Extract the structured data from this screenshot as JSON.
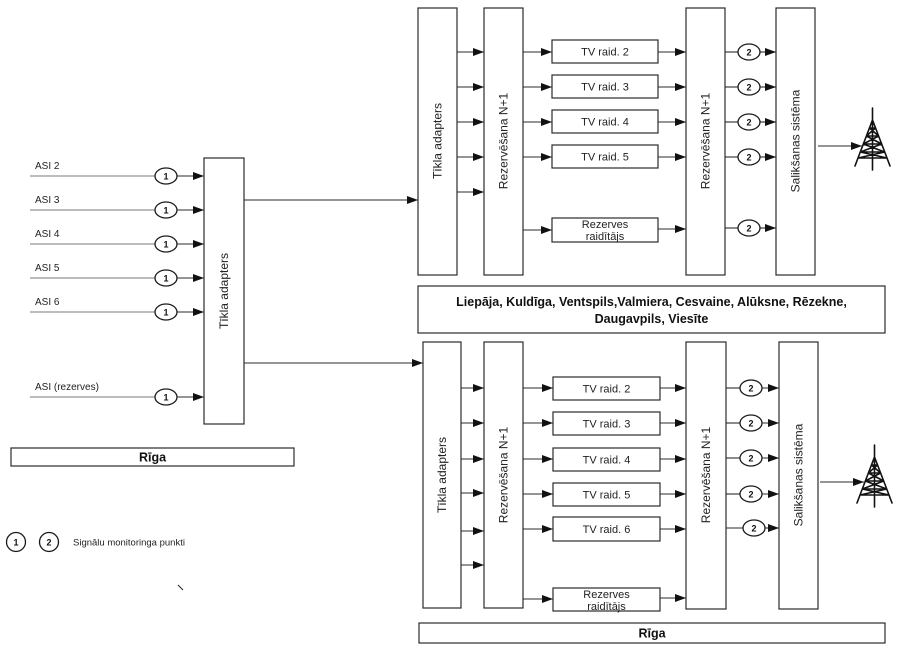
{
  "left_site": {
    "inputs": [
      {
        "label": "ASI 2",
        "monitor": "1"
      },
      {
        "label": "ASI 3",
        "monitor": "1"
      },
      {
        "label": "ASI 4",
        "monitor": "1"
      },
      {
        "label": "ASI 5",
        "monitor": "1"
      },
      {
        "label": "ASI 6",
        "monitor": "1"
      },
      {
        "label": "ASI (rezerves)",
        "monitor": "1"
      }
    ],
    "adapter_label": "Tīkla adapters",
    "location_label": "Rīga"
  },
  "top_site": {
    "adapter_label": "Tīkla adapters",
    "redundancy_in_label": "Rezervēšana N+1",
    "transmitters": [
      "TV raid. 2",
      "TV raid. 3",
      "TV raid. 4",
      "TV raid. 5"
    ],
    "backup_transmitter": {
      "line1": "Rezerves",
      "line2": "raidītājs"
    },
    "redundancy_out_label": "Rezervēšana N+1",
    "monitor_points": [
      "2",
      "2",
      "2",
      "2",
      "2"
    ],
    "combiner_label": "Salikšanas sistēma",
    "antenna_icon": "tower-icon",
    "location_lines": [
      "Liepāja, Kuldīga, Ventspils,Valmiera, Cesvaine, Alūksne, Rēzekne,",
      "Daugavpils, Viesīte"
    ]
  },
  "bottom_site": {
    "adapter_label": "Tīkla adapters",
    "redundancy_in_label": "Rezervēšana N+1",
    "transmitters": [
      "TV raid. 2",
      "TV raid. 3",
      "TV raid. 4",
      "TV raid. 5",
      "TV raid. 6"
    ],
    "backup_transmitter": {
      "line1": "Rezerves",
      "line2": "raidītājs"
    },
    "redundancy_out_label": "Rezervēšana N+1",
    "monitor_points": [
      "2",
      "2",
      "2",
      "2",
      "2"
    ],
    "combiner_label": "Salikšanas sistēma",
    "antenna_icon": "tower-icon",
    "location_label": "Rīga"
  },
  "legend": {
    "markers": [
      "1",
      "2"
    ],
    "label": "Signālu monitoringa punkti"
  }
}
